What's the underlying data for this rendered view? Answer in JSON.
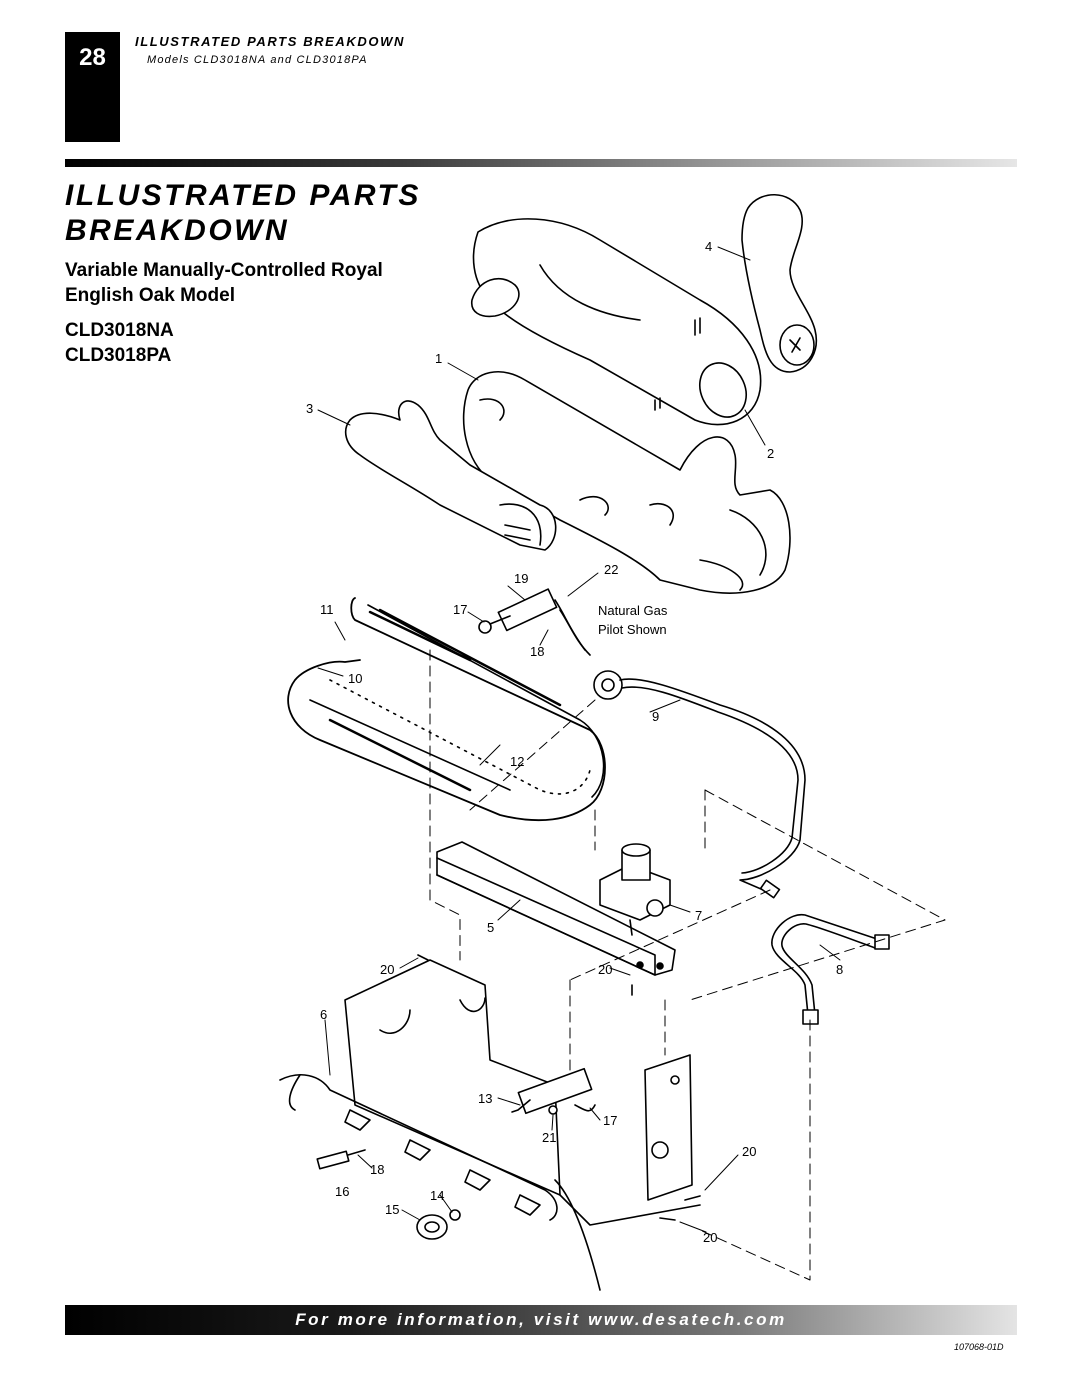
{
  "header": {
    "page_number": "28",
    "running_title": "ILLUSTRATED PARTS BREAKDOWN",
    "running_subtitle": "Models CLD3018NA and CLD3018PA"
  },
  "title": {
    "line1": "ILLUSTRATED PARTS",
    "line2": "BREAKDOWN",
    "subtitle": "Variable Manually-Controlled Royal English Oak Model",
    "model1": "CLD3018NA",
    "model2": "CLD3018PA"
  },
  "diagram": {
    "callouts": {
      "c1": "1",
      "c2": "2",
      "c3": "3",
      "c4": "4",
      "c5": "5",
      "c6": "6",
      "c7": "7",
      "c8": "8",
      "c9": "9",
      "c10": "10",
      "c11": "11",
      "c12": "12",
      "c13": "13",
      "c14": "14",
      "c15": "15",
      "c16": "16",
      "c17a": "17",
      "c17b": "17",
      "c18a": "18",
      "c18b": "18",
      "c19": "19",
      "c20a": "20",
      "c20b": "20",
      "c20c": "20",
      "c20d": "20",
      "c21": "21",
      "c22": "22"
    },
    "note_line1": "Natural Gas",
    "note_line2": "Pilot Shown"
  },
  "footer": {
    "link_text": "For more information, visit www.desatech.com",
    "doc_number": "107068-01D"
  }
}
